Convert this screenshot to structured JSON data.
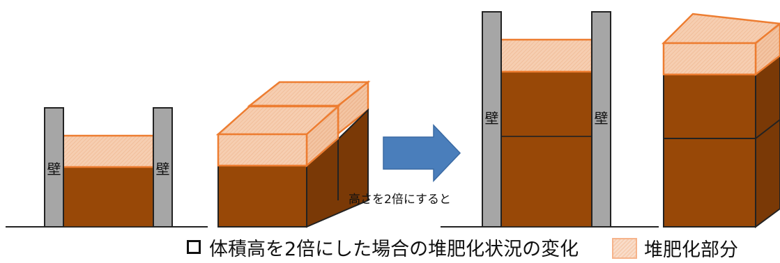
{
  "wall_label": "壁",
  "arrow_label": "高さを2倍にすると",
  "caption": "体積高を2倍にした場合の堆肥化状況の変化",
  "legend": {
    "label": "堆肥化部分"
  },
  "colors": {
    "compost_fill": "#f6d0b4",
    "compost_edge": "#ed7d31",
    "material": "#984807",
    "material_side": "#7a3906",
    "wall": "#a6a6a6",
    "arrow": "#4a7ebb"
  }
}
